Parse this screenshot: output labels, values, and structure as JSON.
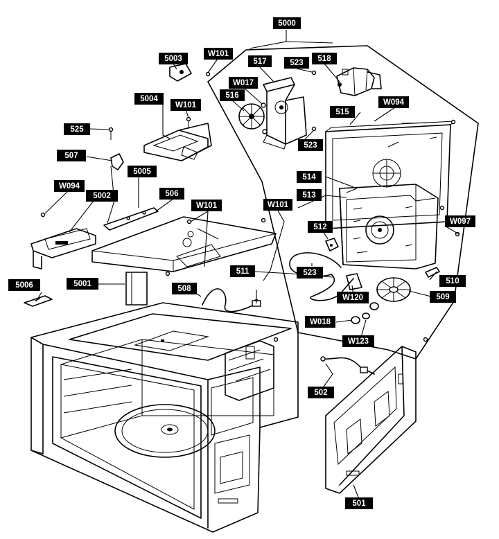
{
  "labels": {
    "l5000": "5000",
    "l5003": "5003",
    "lW101a": "W101",
    "l517": "517",
    "l523a": "523",
    "l518": "518",
    "lW017": "W017",
    "l516": "516",
    "l5004": "5004",
    "lW101b": "W101",
    "l515": "515",
    "lW094a": "W094",
    "l525": "525",
    "l523b": "523",
    "l507": "507",
    "l5005": "5005",
    "l514": "514",
    "l513": "513",
    "lW094b": "W094",
    "l506": "506",
    "l5002": "5002",
    "lW101c": "W101",
    "lW101d": "W101",
    "lW097": "W097",
    "l512": "512",
    "l5006": "5006",
    "l5001": "5001",
    "l511": "511",
    "l523c": "523",
    "l510": "510",
    "l508": "508",
    "lW120": "W120",
    "l509": "509",
    "lW018": "W018",
    "lW123": "W123",
    "l502": "502",
    "l501": "501"
  },
  "colors": {
    "ink": "#000000",
    "paper": "#ffffff"
  }
}
